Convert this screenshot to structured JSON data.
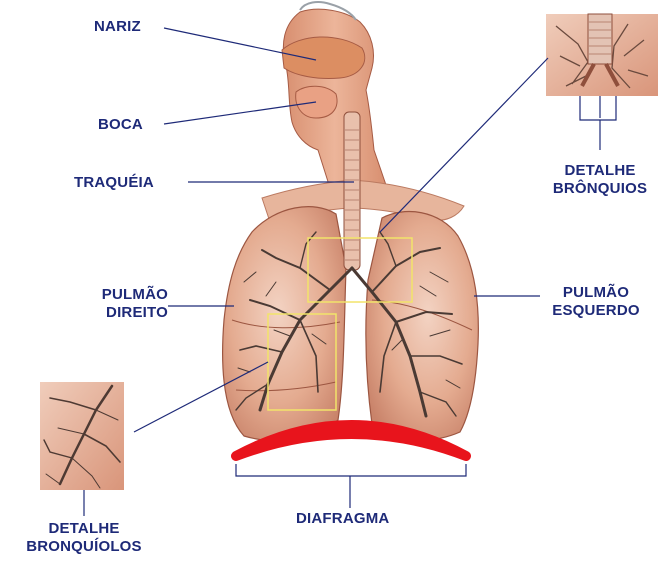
{
  "labels": {
    "nariz": "NARIZ",
    "boca": "BOCA",
    "traqueia": "TRAQUÉIA",
    "pulmao_direito": [
      "PULMÃO",
      "DIREITO"
    ],
    "pulmao_esquerdo": [
      "PULMÃO",
      "ESQUERDO"
    ],
    "detalhe_bronquios": [
      "DETALHE",
      "BRÔNQUIOS"
    ],
    "detalhe_bronquiolos": [
      "DETALHE",
      "BRONQUÍOLOS"
    ],
    "diafragma": "DIAFRAGMA"
  },
  "colors": {
    "label_text": "#1e2a78",
    "leader_line": "#1e2a78",
    "diaphragm": "#e8141c",
    "highlight_box": "#f2e46a",
    "tissue": "#e2a486",
    "airway": "#4a3a34"
  }
}
